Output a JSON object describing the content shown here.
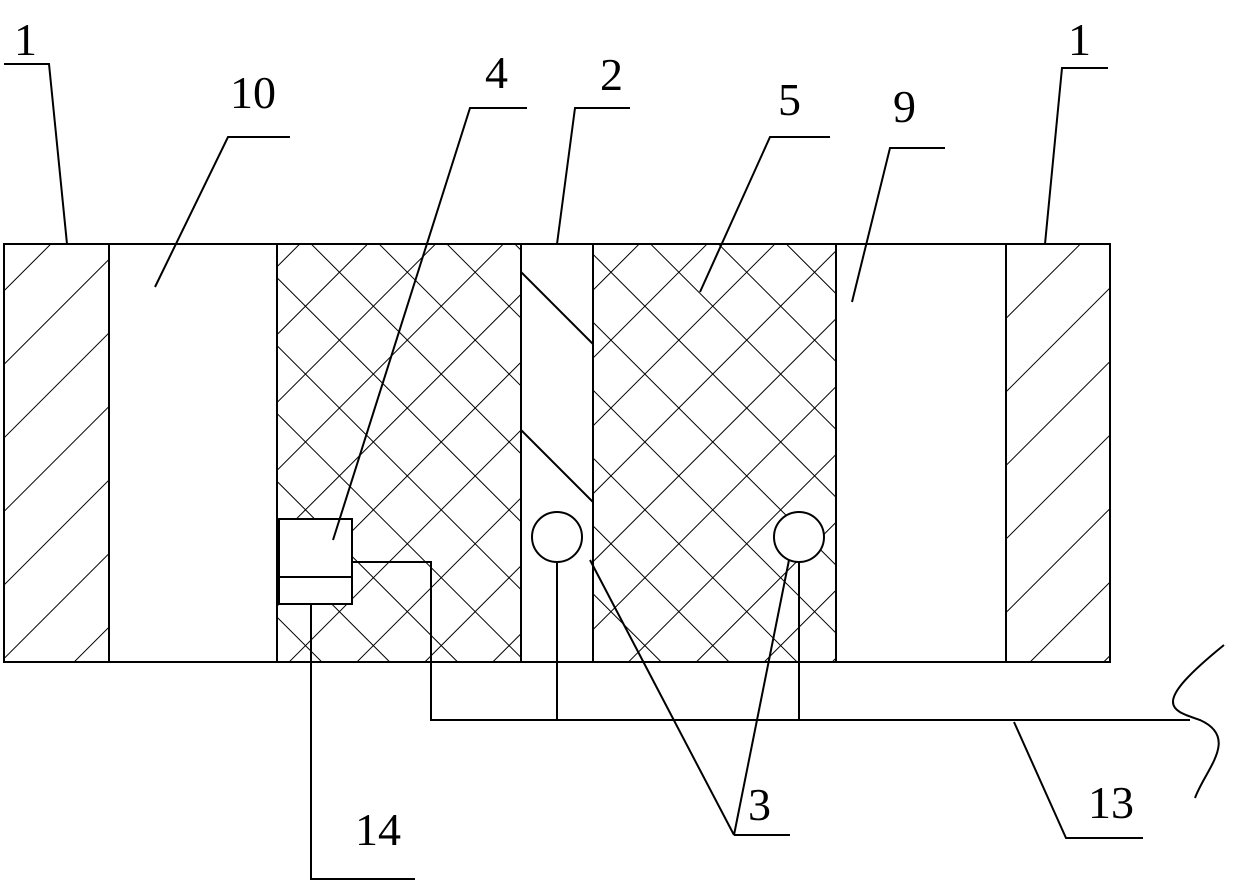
{
  "labels": {
    "left_wall": "1",
    "right_wall": "1",
    "left_channel": "10",
    "sensor_block": "4",
    "divider": "2",
    "right_mesh": "5",
    "right_channel": "9",
    "circles": "3",
    "cable": "13",
    "small_block": "14"
  }
}
